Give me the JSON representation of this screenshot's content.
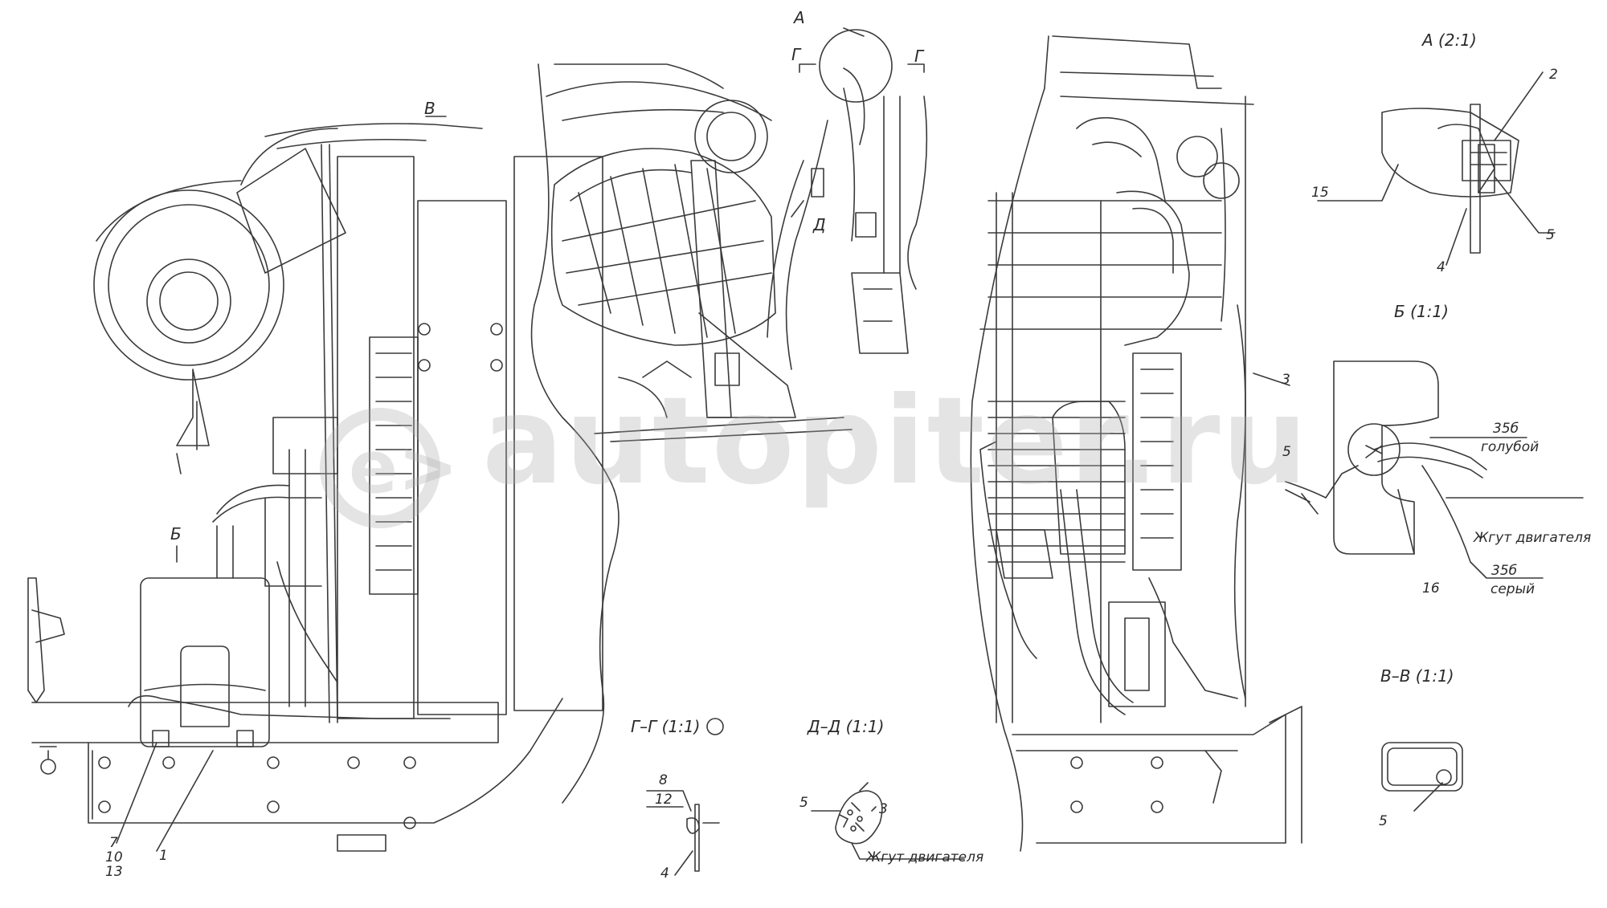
{
  "watermark": {
    "text": "autopiter.ru",
    "logo_glyph": "e>"
  },
  "views": {
    "detail_A": "А (2:1)",
    "detail_B": "Б (1:1)",
    "section_V": "В–В (1:1)",
    "section_G": "Г–Г (1:1)",
    "section_D": "Д–Д (1:1)"
  },
  "markers": {
    "A": "А",
    "B": "В",
    "G1": "Г",
    "G2": "Г",
    "D": "Д",
    "Bmark": "Б"
  },
  "callouts": {
    "n1": "1",
    "n2": "2",
    "n3": "3",
    "n3b": "3",
    "n4": "4",
    "n4b": "4",
    "n5a": "5",
    "n5b": "5",
    "n5c": "5",
    "n5d": "5",
    "n7": "7",
    "n10": "10",
    "n13": "13",
    "n8": "8",
    "n12": "12",
    "n15": "15",
    "n16": "16"
  },
  "wires": {
    "w1_num": "35б",
    "w1_color": "голубой",
    "w2_num": "35б",
    "w2_color": "серый",
    "harness_b": "Жгут двигателя",
    "harness_d": "Жгут двигателя"
  },
  "colors": {
    "line": "#3a3a3a",
    "watermark": "#aaaaaa"
  }
}
